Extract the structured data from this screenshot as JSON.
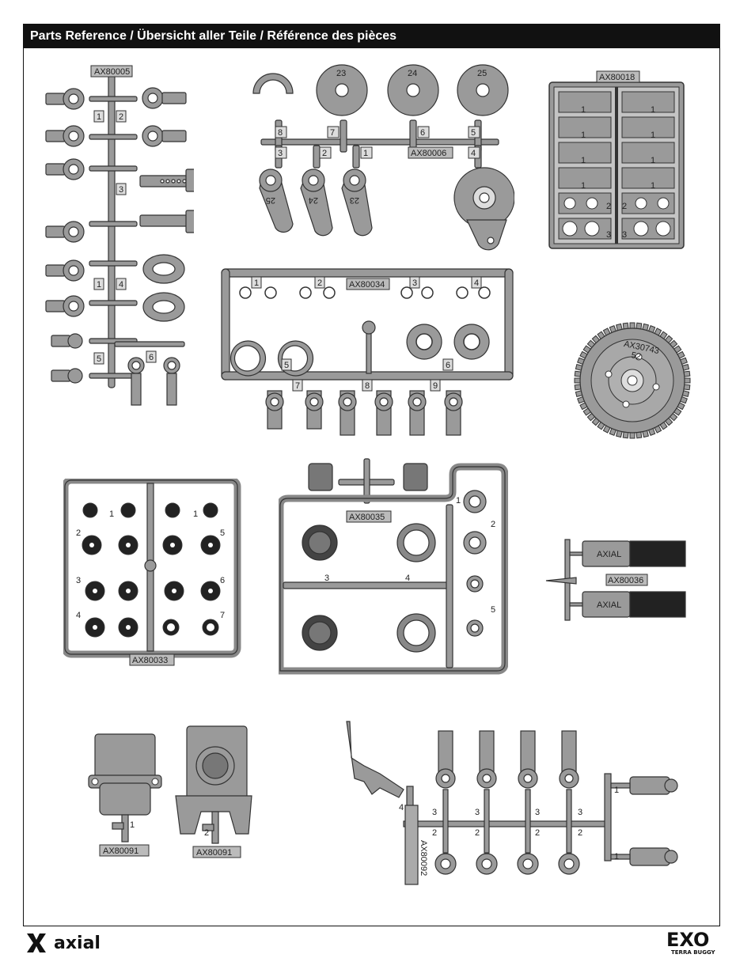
{
  "header": {
    "title": "Parts Reference / Übersicht aller Teile / Référence des pièces"
  },
  "trees": {
    "ax80005": {
      "label": "AX80005",
      "nums": [
        "1",
        "2",
        "3",
        "1",
        "4",
        "5",
        "6"
      ]
    },
    "ax80006": {
      "label": "AX80006",
      "nums": [
        "23",
        "24",
        "25",
        "8",
        "7",
        "6",
        "5",
        "3",
        "2",
        "1",
        "4"
      ],
      "arms": [
        "25",
        "24",
        "23"
      ]
    },
    "ax80018": {
      "label": "AX80018",
      "nums": [
        "1",
        "1",
        "1",
        "1",
        "1",
        "1",
        "1",
        "1",
        "2",
        "2",
        "3",
        "3"
      ]
    },
    "ax80034": {
      "label": "AX80034",
      "nums": [
        "1",
        "2",
        "3",
        "4",
        "5",
        "6",
        "7",
        "8",
        "9"
      ]
    },
    "ax30743": {
      "label": "AX30743",
      "sub": "52"
    },
    "ax80033": {
      "label": "AX80033",
      "nums": [
        "1",
        "1",
        "2",
        "5",
        "3",
        "6",
        "4",
        "7"
      ]
    },
    "ax80035": {
      "label": "AX80035",
      "nums": [
        "1",
        "2",
        "3",
        "4",
        "5"
      ]
    },
    "ax80036": {
      "label": "AX80036",
      "brand": "AXIAL"
    },
    "ax80091a": {
      "label": "AX80091",
      "nums": [
        "1"
      ]
    },
    "ax80091b": {
      "label": "AX80091",
      "nums": [
        "2"
      ]
    },
    "ax80092": {
      "label": "AX80092",
      "nums": [
        "4",
        "3",
        "3",
        "3",
        "3",
        "2",
        "2",
        "2",
        "2",
        "1",
        "1"
      ]
    }
  },
  "footer": {
    "brand": "axial",
    "product": "EXO",
    "product_sub": "TERRA BUGGY"
  },
  "colors": {
    "part_fill": "#9a9a9a",
    "part_stroke": "#333333",
    "header_bg": "#111111"
  }
}
